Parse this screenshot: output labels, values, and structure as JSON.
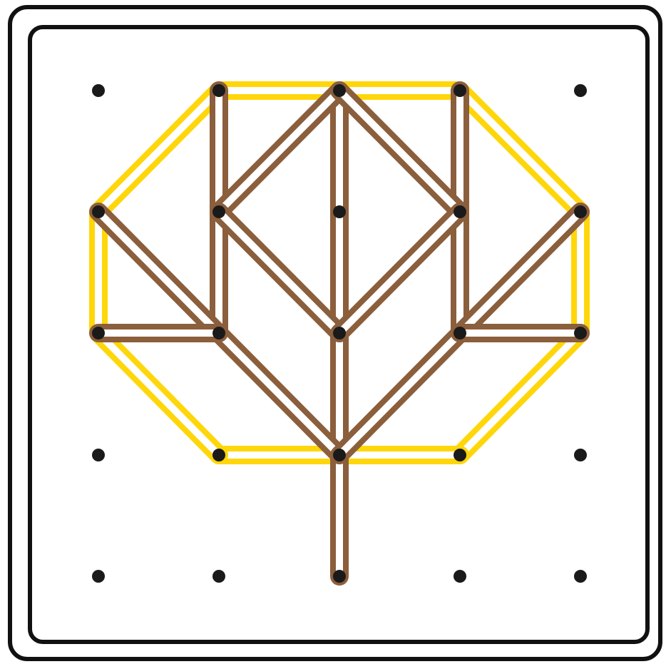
{
  "board": {
    "type": "geoboard",
    "grid_size": [
      5,
      5
    ],
    "frame_color": "#111111",
    "background_color": "#ffffff",
    "peg_color": "#1a1a1a"
  },
  "bands": [
    {
      "color": "#FFD60A",
      "outline": "#FFD60A",
      "description": "octagon",
      "pegs": [
        [
          1,
          0
        ],
        [
          3,
          0
        ],
        [
          4,
          1
        ],
        [
          4,
          2
        ],
        [
          3,
          3
        ],
        [
          1,
          3
        ],
        [
          0,
          2
        ],
        [
          0,
          1
        ],
        [
          1,
          0
        ]
      ]
    }
  ],
  "rubber_bands_brown": {
    "color": "#8B5E3C",
    "segments": [
      [
        [
          2,
          0
        ],
        [
          2,
          4
        ]
      ],
      [
        [
          1,
          0
        ],
        [
          1,
          2
        ]
      ],
      [
        [
          3,
          0
        ],
        [
          3,
          2
        ]
      ],
      [
        [
          2,
          0
        ],
        [
          1,
          1
        ]
      ],
      [
        [
          2,
          0
        ],
        [
          3,
          1
        ]
      ],
      [
        [
          1,
          1
        ],
        [
          2,
          2
        ]
      ],
      [
        [
          3,
          1
        ],
        [
          2,
          2
        ]
      ],
      [
        [
          0,
          1
        ],
        [
          2,
          3
        ]
      ],
      [
        [
          4,
          1
        ],
        [
          2,
          3
        ]
      ],
      [
        [
          0,
          2
        ],
        [
          1,
          2
        ]
      ],
      [
        [
          3,
          2
        ],
        [
          4,
          2
        ]
      ]
    ]
  }
}
